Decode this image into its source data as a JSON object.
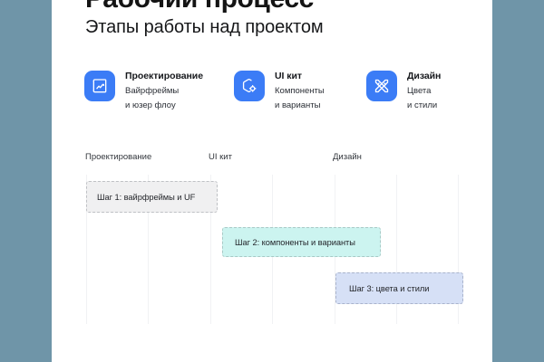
{
  "page": {
    "background_color": "#6f95a8",
    "sheet_color": "#ffffff",
    "accent_color": "#3b7cf6"
  },
  "header": {
    "title": "Рабочий процесс",
    "subtitle": "Этапы работы над проектом"
  },
  "cards": [
    {
      "icon": "blueprint-chart-icon",
      "title": "Проектирование",
      "desc_line1": "Вайрфреймы",
      "desc_line2": "и юзер флоу"
    },
    {
      "icon": "hexagon-gear-icon",
      "title": "UI кит",
      "desc_line1": "Компоненты",
      "desc_line2": "и варианты"
    },
    {
      "icon": "pencil-ruler-cross-icon",
      "title": "Дизайн",
      "desc_line1": "Цвета",
      "desc_line2": "и стили"
    }
  ],
  "gantt": {
    "column_headers": [
      "Проектирование",
      "UI кит",
      "Дизайн"
    ],
    "gridline_count": 7,
    "bars": [
      {
        "label": "Шаг 1: вайрфреймы и UF",
        "color": "#f0f0f1",
        "border_color": "#bfc1c5"
      },
      {
        "label": "Шаг 2: компоненты и варианты",
        "color": "#ccf4f0",
        "border_color": "#a8c9c6"
      },
      {
        "label": "Шаг 3: цвета и стили",
        "color": "#d6e0f6",
        "border_color": "#a9b3cc"
      }
    ]
  }
}
